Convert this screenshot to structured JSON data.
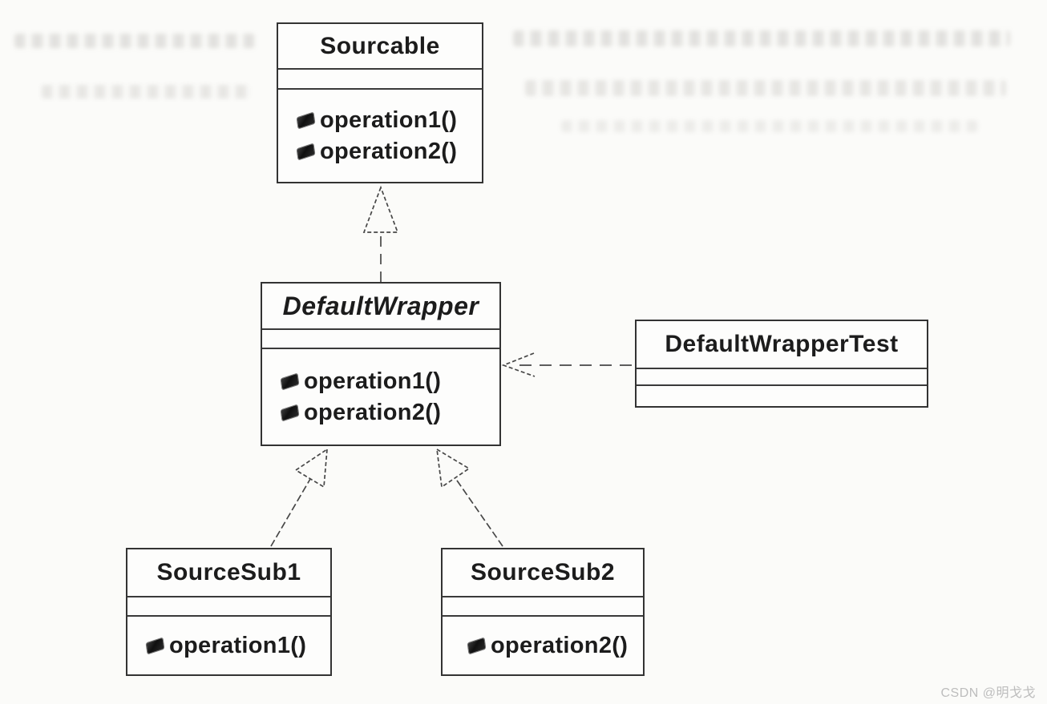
{
  "page": {
    "kind": "uml-class-diagram-scan",
    "watermark": "CSDN @明戈戈"
  },
  "colors": {
    "background": "#fbfbf9",
    "line": "#474747",
    "text": "#1c1c1c",
    "watermark": "#bdbdbd"
  },
  "diagram": {
    "classes": [
      {
        "name": "Sourcable",
        "abstract": false,
        "attributes": [],
        "operations": [
          "operation1()",
          "operation2()"
        ]
      },
      {
        "name": "DefaultWrapper",
        "abstract": true,
        "attributes": [],
        "operations": [
          "operation1()",
          "operation2()"
        ]
      },
      {
        "name": "DefaultWrapperTest",
        "abstract": false,
        "attributes": [],
        "operations": []
      },
      {
        "name": "SourceSub1",
        "abstract": false,
        "attributes": [],
        "operations": [
          "operation1()"
        ]
      },
      {
        "name": "SourceSub2",
        "abstract": false,
        "attributes": [],
        "operations": [
          "operation2()"
        ]
      }
    ],
    "relationships": [
      {
        "type": "realization",
        "from": "DefaultWrapper",
        "to": "Sourcable",
        "line": "dashed",
        "arrowhead": "hollow-triangle"
      },
      {
        "type": "dependency",
        "from": "DefaultWrapperTest",
        "to": "DefaultWrapper",
        "line": "dashed",
        "arrowhead": "open"
      },
      {
        "type": "generalization",
        "from": "SourceSub1",
        "to": "DefaultWrapper",
        "line": "solid",
        "arrowhead": "hollow-triangle"
      },
      {
        "type": "generalization",
        "from": "SourceSub2",
        "to": "DefaultWrapper",
        "line": "solid",
        "arrowhead": "hollow-triangle"
      }
    ]
  }
}
